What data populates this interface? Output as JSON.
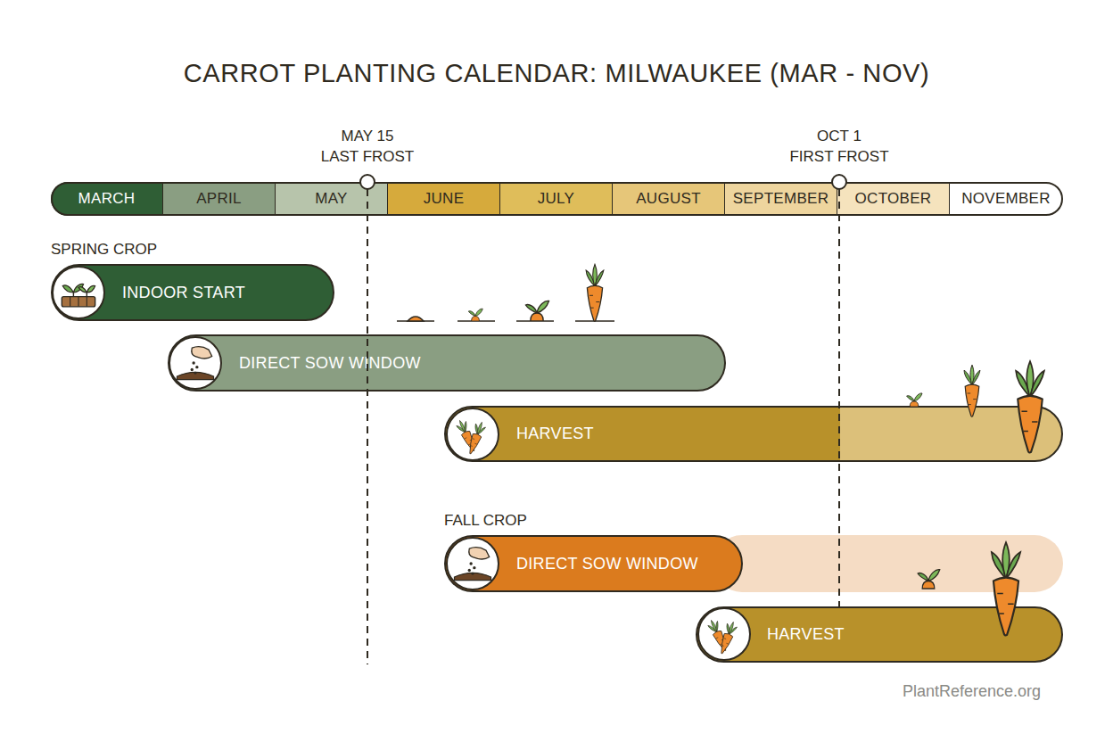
{
  "diagram": {
    "title": "CARROT PLANTING CALENDAR: MILWAUKEE (MAR - NOV)",
    "nodes": [
      {
        "text": [
          "MARCH"
        ]
      },
      {
        "text": [
          "APRIL"
        ]
      },
      {
        "text": [
          "MAY"
        ]
      },
      {
        "text": [
          "JUNE"
        ]
      },
      {
        "text": [
          "JULY"
        ]
      },
      {
        "text": [
          "AUGUST"
        ]
      },
      {
        "text": [
          "SEPTEMBER"
        ]
      },
      {
        "text": [
          "OCTOBER"
        ]
      },
      {
        "text": [
          "NOVEMBER"
        ]
      },
      {
        "text": [
          "INDOOR START"
        ]
      },
      {
        "text": [
          "DIRECT SOW WINDOW"
        ]
      },
      {
        "text": [
          "HARVEST"
        ]
      },
      {
        "text": [
          "DIRECT SOW WINDOW"
        ]
      },
      {
        "text": [
          "HARVEST"
        ]
      }
    ],
    "labels": [
      "MAY 15",
      "LAST FROST",
      "OCT 1",
      "FIRST FROST",
      "SPRING CROP",
      "FALL CROP",
      "PlantReference.org"
    ]
  }
}
